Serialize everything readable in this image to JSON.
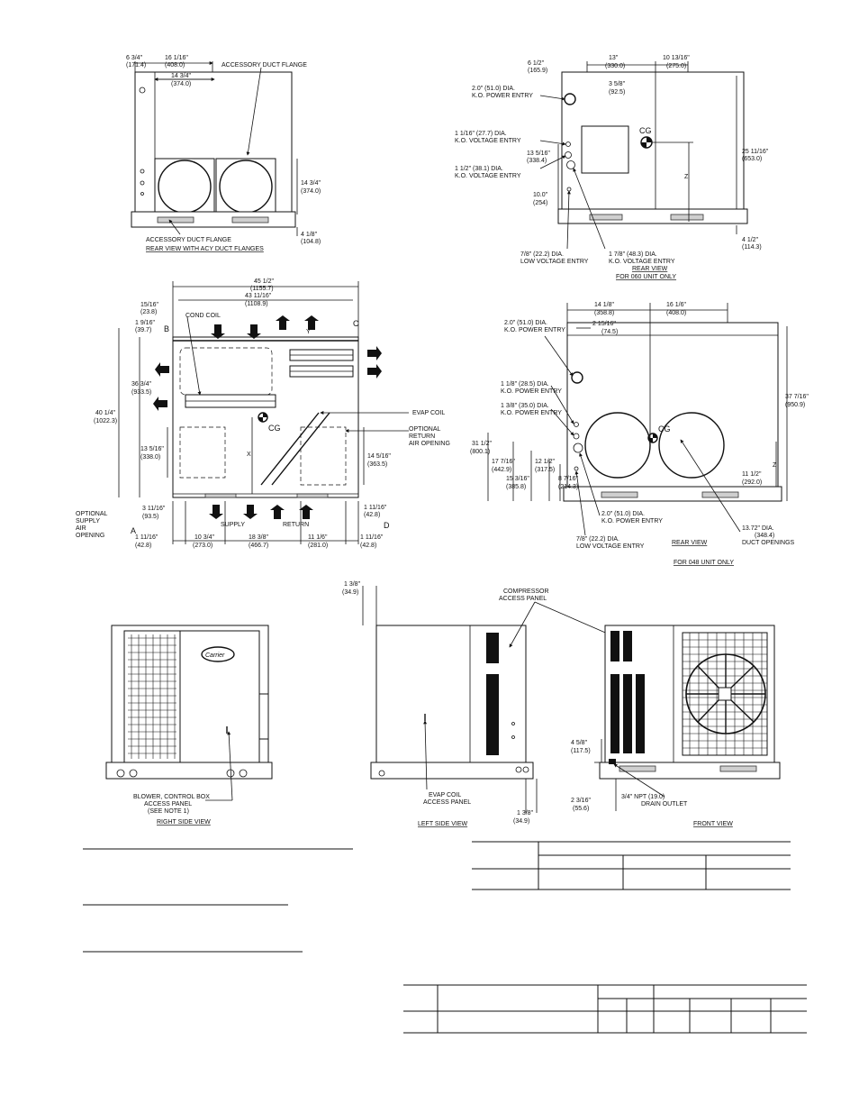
{
  "views": {
    "rear_flanges": {
      "title": "REAR VIEW WITH ACY DUCT FLANGES",
      "labels": {
        "d1": "6 3/4\"",
        "d1m": "(171.4)",
        "d2": "16 1/16\"",
        "d2m": "(408.0)",
        "d3": "14 3/4\"",
        "d3m": "(374.0)",
        "flange_top": "ACCESSORY DUCT FLANGE",
        "flange_bottom": "ACCESSORY DUCT FLANGE",
        "d4": "14 3/4\"",
        "d4m": "(374.0)",
        "d5": "4 1/8\"",
        "d5m": "(104.8)"
      }
    },
    "rear_060": {
      "title": "REAR VIEW",
      "subtitle": "FOR 060 UNIT ONLY",
      "labels": {
        "a1": "6 1/2\"",
        "a1m": "(165.9)",
        "a2": "13\"",
        "a2m": "(330.0)",
        "a3": "10 13/16\"",
        "a3m": "(275.0)",
        "a4": "3 5/8\"",
        "a4m": "(92.5)",
        "power": "2.0\" (51.0) DIA.",
        "power2": "K.O. POWER ENTRY",
        "v1": "1 1/16\" (27.7) DIA.",
        "v1b": "K.O. VOLTAGE ENTRY",
        "a5": "13 5/16\"",
        "a5m": "(338.4)",
        "v2": "1 1/2\" (38.1) DIA.",
        "v2b": "K.O. VOLTAGE ENTRY",
        "a6": "10.0\"",
        "a6m": "(254)",
        "cg": "CG",
        "a7": "25 11/16\"",
        "a7m": "(653.0)",
        "z": "Z",
        "a8": "4 1/2\"",
        "a8m": "(114.3)",
        "lv": "7/8\" (22.2) DIA.",
        "lv2": "LOW VOLTAGE ENTRY",
        "kv": "1 7/8\" (48.3) DIA.",
        "kv2": "K.O. VOLTAGE ENTRY"
      }
    },
    "top": {
      "labels": {
        "w1": "45 1/2\"",
        "w1m": "(1155.7)",
        "w2": "43 11/16\"",
        "w2m": "(1108.9)",
        "w3": "15/16\"",
        "w3m": "(23.8)",
        "w4": "1 9/16\"",
        "w4m": "(39.7)",
        "b": "B",
        "c": "C",
        "y": "Y",
        "x": "X",
        "a": "A",
        "d": "D",
        "cond": "COND COIL",
        "h1": "36 3/4\"",
        "h1m": "(933.5)",
        "h2": "40 1/4\"",
        "h2m": "(1022.3)",
        "evap": "EVAP COIL",
        "ret1": "OPTIONAL",
        "ret2": "RETURN",
        "ret3": "AIR OPENING",
        "cg": "CG",
        "h3": "13 5/16\"",
        "h3m": "(338.0)",
        "h4": "14 5/16\"",
        "h4m": "(363.5)",
        "sup1": "OPTIONAL",
        "sup2": "SUPPLY",
        "sup3": "AIR",
        "sup4": "OPENING",
        "h5": "3 11/16\"",
        "h5m": "(93.5)",
        "h6": "1 11/16\"",
        "h6m": "(42.8)",
        "supply": "SUPPLY",
        "return": "RETURN",
        "b1": "1 11/16\"",
        "b1m": "(42.8)",
        "b2": "10 3/4\"",
        "b2m": "(273.0)",
        "b3": "18 3/8\"",
        "b3m": "(466.7)",
        "b4": "11 1/6\"",
        "b4m": "(281.0)",
        "b5": "1 11/16\"",
        "b5m": "(42.8)"
      }
    },
    "rear_048": {
      "title": "REAR VIEW",
      "subtitle": "FOR 048 UNIT ONLY",
      "labels": {
        "c1": "14 1/8\"",
        "c1m": "(358.8)",
        "c2": "16 1/6\"",
        "c2m": "(408.0)",
        "p1": "2.0\" (51.0) DIA.",
        "p1b": "K.O. POWER ENTRY",
        "c3": "2 15/16\"",
        "c3m": "(74.5)",
        "p2": "1 1/8\" (28.5) DIA.",
        "p2b": "K.O. POWER ENTRY",
        "p3": "1 3/8\" (35.0) DIA.",
        "p3b": "K.O. POWER ENTRY",
        "c4": "37 7/16\"",
        "c4m": "(950.9)",
        "cg": "CG",
        "c5": "31 1/2\"",
        "c5m": "(800.1)",
        "c6": "17 7/16\"",
        "c6m": "(442.9)",
        "c7": "12 1/2\"",
        "c7m": "(317.5)",
        "c8": "15 3/16\"",
        "c8m": "(385.8)",
        "c9": "8 7/16\"",
        "c9m": "(214.3)",
        "c10": "11 1/2\"",
        "c10m": "(292.0)",
        "z": "Z",
        "p4": "2.0\" (51.0) DIA.",
        "p4b": "K.O. POWER ENTRY",
        "lv": "7/8\" (22.2) DIA.",
        "lv2": "LOW VOLTAGE ENTRY",
        "duct": "13.72\" DIA.",
        "duct2": "(348.4)",
        "duct3": "DUCT OPENINGS"
      }
    },
    "right_side": {
      "title": "RIGHT SIDE VIEW",
      "logo": "Carrier",
      "labels": {
        "n1": "BLOWER, CONTROL BOX",
        "n2": "ACCESS PANEL",
        "n3": "(SEE NOTE 1)"
      }
    },
    "left_side": {
      "title": "LEFT SIDE VIEW",
      "labels": {
        "t1": "1 3/8\"",
        "t1m": "(34.9)",
        "e1": "EVAP COIL",
        "e2": "ACCESS PANEL",
        "t2": "1 3/8\"",
        "t2m": "(34.9)",
        "comp1": "COMPRESSOR",
        "comp2": "ACCESS PANEL"
      }
    },
    "front": {
      "title": "FRONT VIEW",
      "labels": {
        "f1": "4 5/8\"",
        "f1m": "(117.5)",
        "f2": "2 3/16\"",
        "f2m": "(55.6)",
        "drain": "3/4\" NPT (19.0)",
        "drain2": "DRAIN OUTLET"
      }
    }
  }
}
